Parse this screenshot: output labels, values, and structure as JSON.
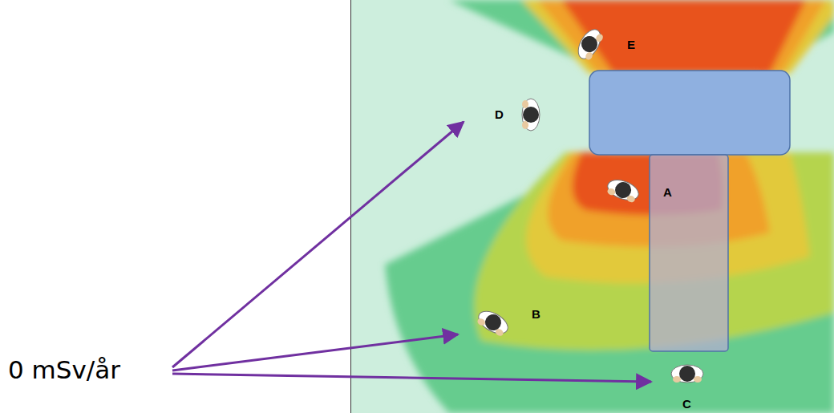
{
  "diagram": {
    "labels": [
      "E",
      "D",
      "A",
      "B",
      "C",
      "0 mSv/år"
    ]
  }
}
